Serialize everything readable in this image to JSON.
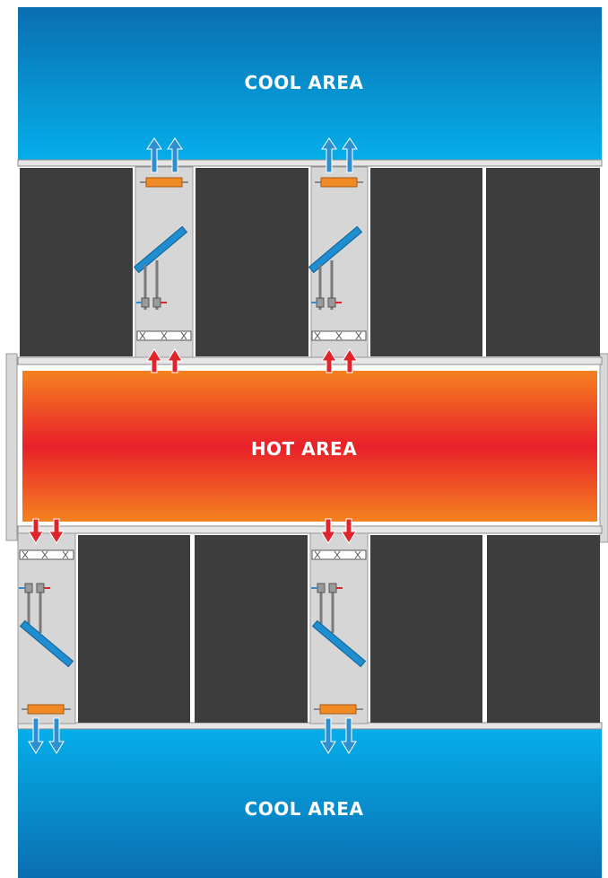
{
  "zones": {
    "top_label": "COOL AREA",
    "hot_label": "HOT AREA",
    "bottom_label": "COOL AREA"
  },
  "colors": {
    "cool_dark": "#0a6fb0",
    "cool_light": "#05aeea",
    "hot_orange": "#f58220",
    "hot_red": "#e8202a",
    "rack": "#3d3d3d",
    "cooling_unit": "#d6d6d6",
    "coil": "#1e8ed0",
    "fan": "#f08a24",
    "arrow_cool": "#2e8fd0",
    "arrow_hot": "#e0242c"
  },
  "icons": {
    "cool_arrow": "arrow-up-icon",
    "hot_arrow": "arrow-up-icon"
  }
}
